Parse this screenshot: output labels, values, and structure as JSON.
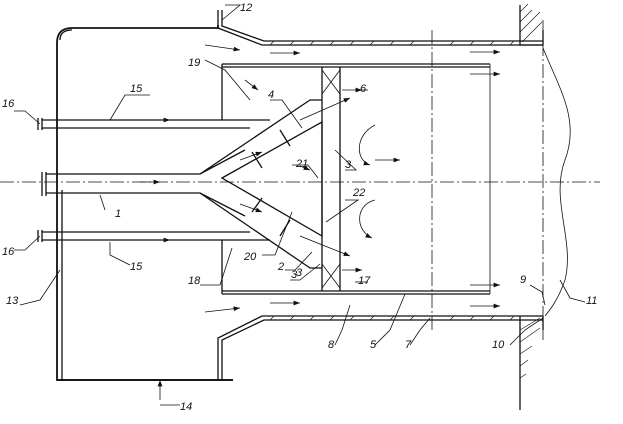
{
  "drawing": {
    "line_color": "#111111",
    "background": "#ffffff",
    "labels": {
      "l1": "1",
      "l2": "2",
      "l3a": "3",
      "l3b": "3",
      "l3c": "3",
      "l4": "4",
      "l5": "5",
      "l6": "6",
      "l7": "7",
      "l8": "8",
      "l9": "9",
      "l10": "10",
      "l11": "11",
      "l12": "12",
      "l13": "13",
      "l14": "14",
      "l15a": "15",
      "l15b": "15",
      "l16a": "16",
      "l16b": "16",
      "l17": "17",
      "l18": "18",
      "l19": "19",
      "l20": "20",
      "l21": "21",
      "l22": "22"
    }
  }
}
